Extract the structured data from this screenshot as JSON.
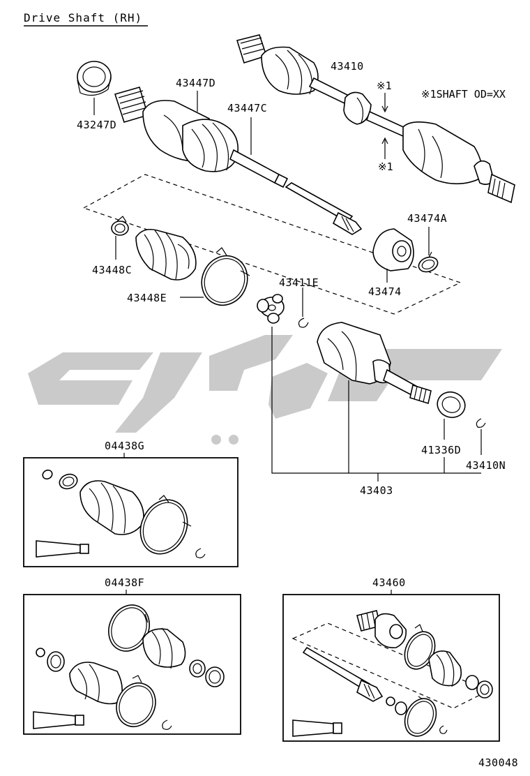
{
  "diagram": {
    "title": "Drive Shaft (RH)",
    "note": "※1SHAFT OD=XX",
    "marker_top": "※1",
    "marker_bottom": "※1",
    "figure_number": "430048",
    "watermark_color": "#9e9e9e",
    "labels": {
      "p43247D": "43247D",
      "p43447D": "43447D",
      "p43447C": "43447C",
      "p43410": "43410",
      "p43448C": "43448C",
      "p43448E": "43448E",
      "p43474A": "43474A",
      "p43474": "43474",
      "p43411E": "43411E",
      "p41336D": "41336D",
      "p43410N": "43410N",
      "p43403": "43403",
      "p04438G": "04438G",
      "p04438F": "04438F",
      "p43460": "43460"
    }
  }
}
